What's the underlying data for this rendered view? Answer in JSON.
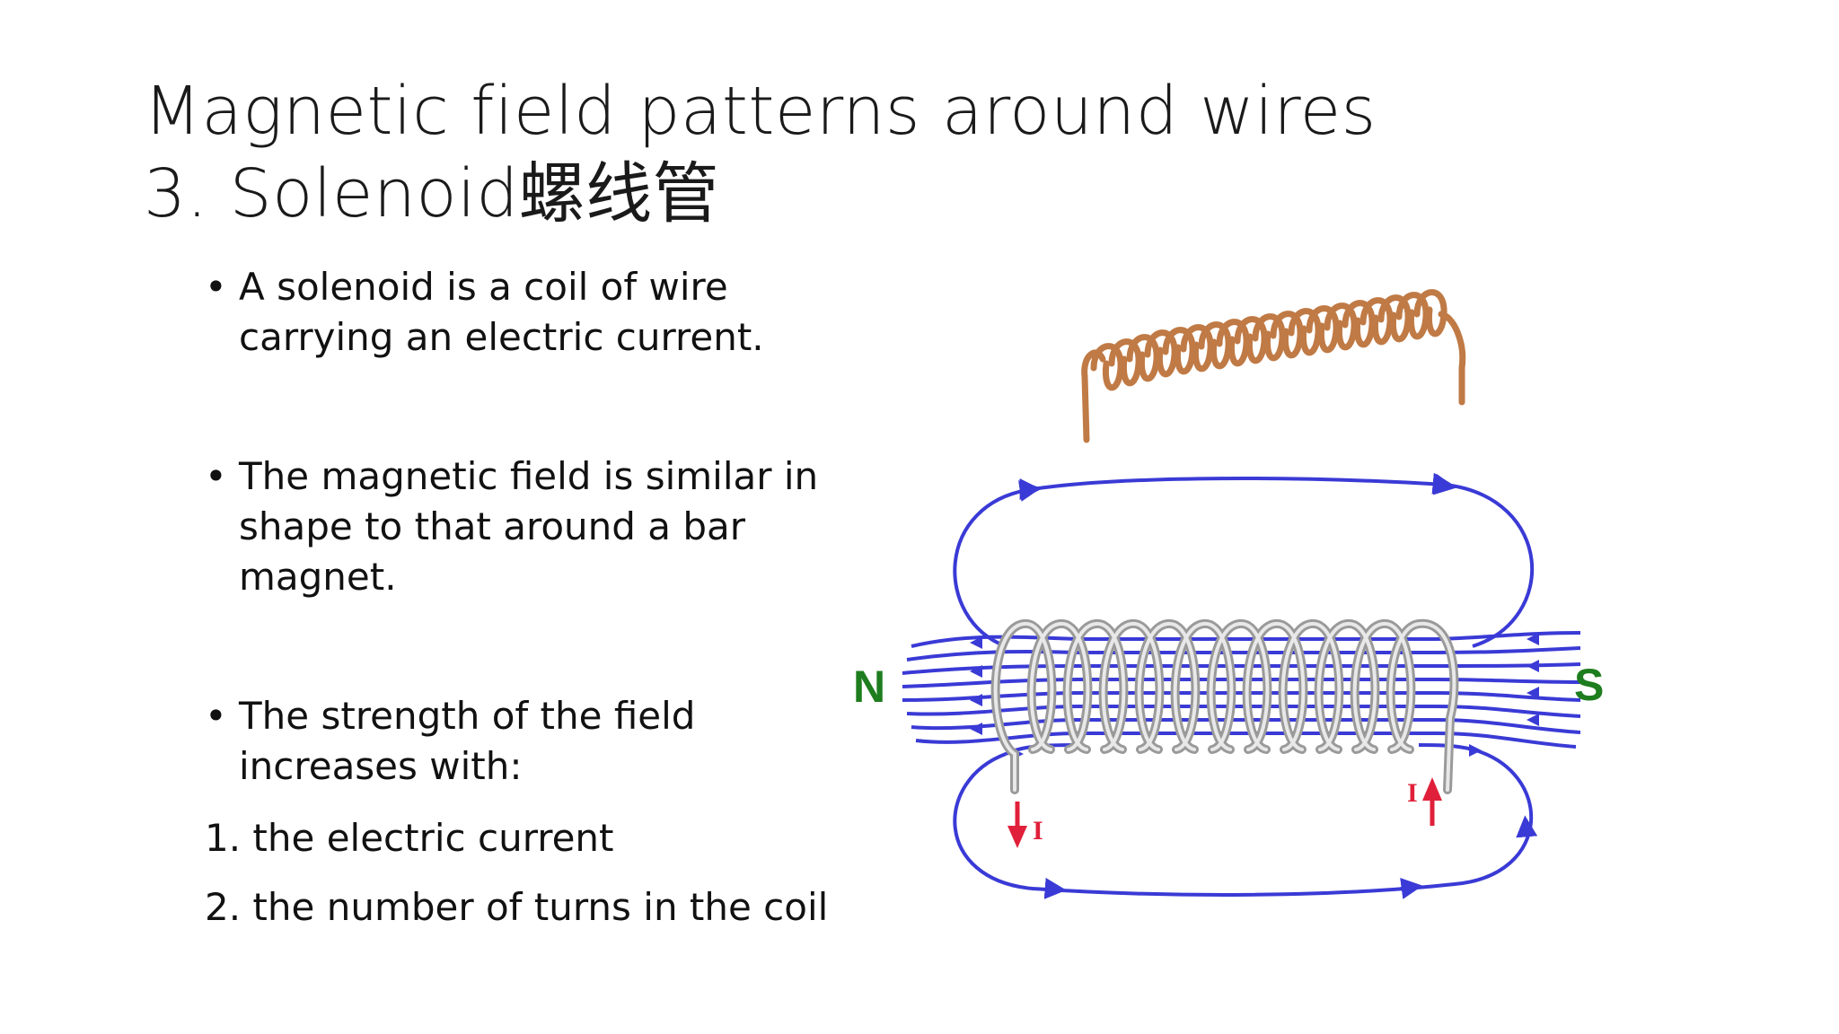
{
  "slide": {
    "title_line1": "Magnetic field patterns around wires",
    "title_line2": "3.  Solenoid螺线管",
    "bullets": [
      {
        "lines": [
          "A solenoid is a coil of wire",
          "carrying an electric current."
        ]
      },
      {
        "lines": [
          "The magnetic field is similar in",
          "shape to that around a bar",
          "magnet."
        ]
      },
      {
        "lines": [
          "The strength of the field",
          "increases with:"
        ]
      }
    ],
    "numbered": [
      "1. the electric current",
      "2. the number of turns in the coil"
    ]
  },
  "diagram": {
    "pole_north": "N",
    "pole_south": "S",
    "current_label_left": "I",
    "current_label_right": "I",
    "colors": {
      "field_line": "#3a3ad6",
      "coil": "#c8c8c8",
      "copper": "#c07a45",
      "pole_text": "#1e7d1e",
      "current_arrow": "#e0203a"
    }
  }
}
